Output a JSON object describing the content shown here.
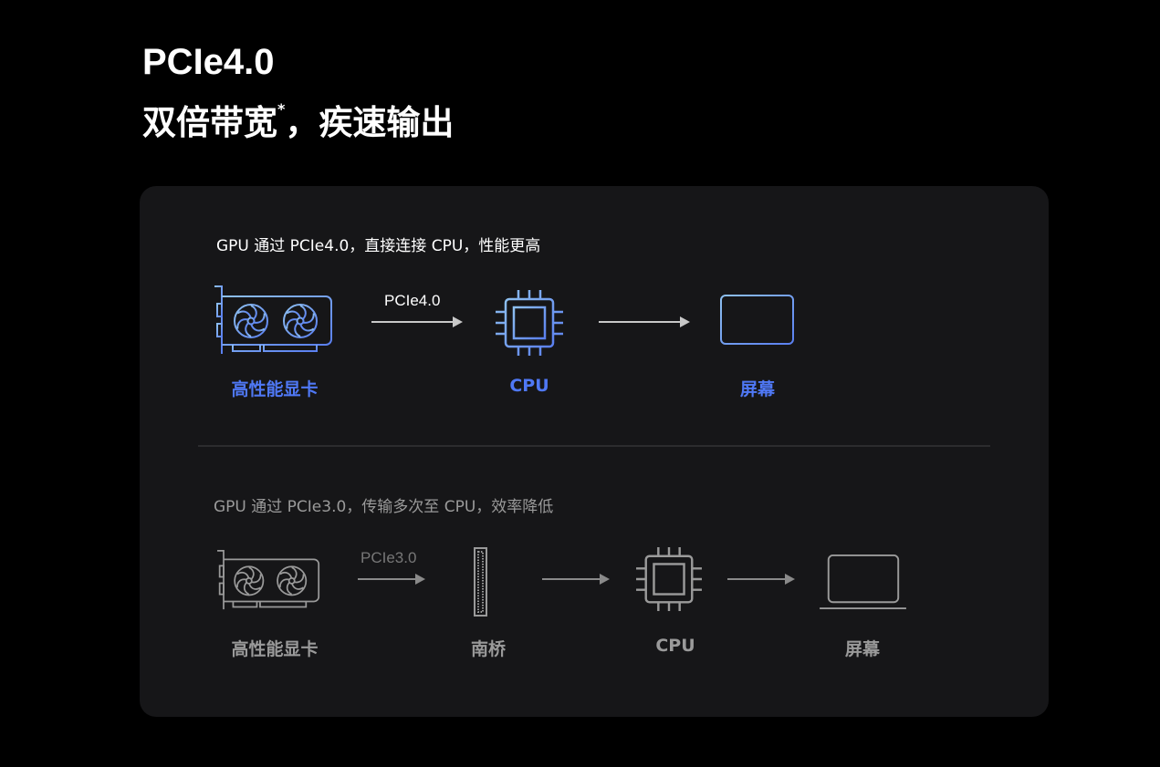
{
  "heading": {
    "line1": "PCIe4.0",
    "line2_main": "双倍带宽",
    "line2_mark": "*",
    "line2_rest": "，疾速输出"
  },
  "top": {
    "caption": "GPU 通过 PCIe4.0，直接连接 CPU，性能更高",
    "link_label": "PCIe4.0",
    "labels": [
      "高性能显卡",
      "CPU",
      "屏幕"
    ]
  },
  "bottom": {
    "caption": "GPU 通过 PCIe3.0，传输多次至 CPU，效率降低",
    "link_label": "PCIe3.0",
    "labels": [
      "高性能显卡",
      "南桥",
      "CPU",
      "屏幕"
    ]
  },
  "colors": {
    "accent": "#4f78f5",
    "icon_light": "#8ec0f0",
    "icon_dark": "#5a82f0",
    "muted": "#9a9a9a",
    "card": "#161618"
  }
}
